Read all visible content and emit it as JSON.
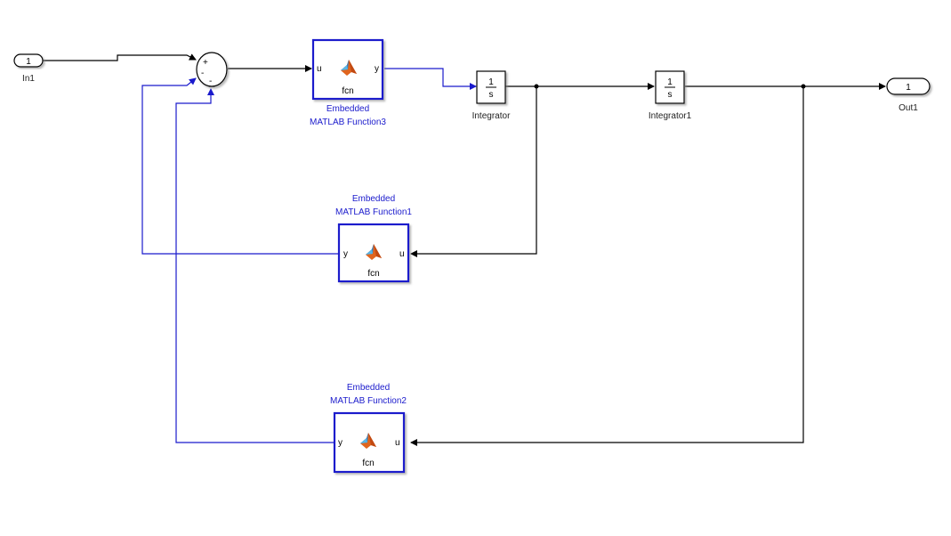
{
  "diagram": {
    "colors": {
      "signal": "#000000",
      "function_signal": "#1a1acc",
      "function_border": "#1a1acc",
      "block_border": "#000000",
      "label_blue": "#1a1acc"
    },
    "inport": {
      "number": "1",
      "name": "In1"
    },
    "outport": {
      "number": "1",
      "name": "Out1"
    },
    "sum": {
      "signs": [
        "+",
        "-",
        "-"
      ]
    },
    "functions": [
      {
        "id": "f3",
        "title_line1": "Embedded",
        "title_line2": "MATLAB Function3",
        "input": "u",
        "output": "y",
        "body": "fcn",
        "icon": "matlab-logo-icon"
      },
      {
        "id": "f1",
        "title_line1": "Embedded",
        "title_line2": "MATLAB Function1",
        "input": "u",
        "output": "y",
        "body": "fcn",
        "icon": "matlab-logo-icon"
      },
      {
        "id": "f2",
        "title_line1": "Embedded",
        "title_line2": "MATLAB Function2",
        "input": "u",
        "output": "y",
        "body": "fcn",
        "icon": "matlab-logo-icon"
      }
    ],
    "integrators": [
      {
        "name": "Integrator",
        "numerator": "1",
        "denominator": "s"
      },
      {
        "name": "Integrator1",
        "numerator": "1",
        "denominator": "s"
      }
    ]
  }
}
